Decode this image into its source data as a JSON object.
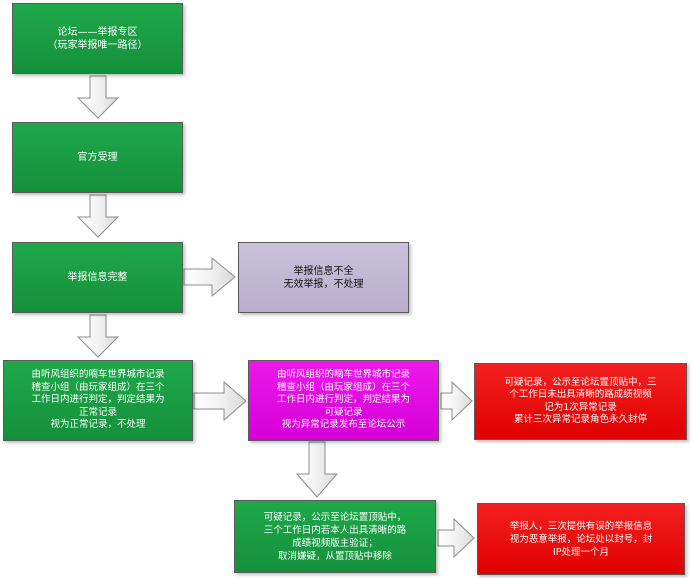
{
  "nodes": {
    "report_zone": "论坛——举报专区\n（玩家举报唯一路径）",
    "official_accept": "官方受理",
    "info_complete": "举报信息完整",
    "info_incomplete": "举报信息不全\n无效举报，不处理",
    "review_normal": "由听风组织的嘀车世界城市记录\n稽查小组（由玩家组成）在三个\n工作日内进行判定，判定结果为\n正常记录\n视为正常记录，不处理",
    "review_suspicious": "由听风组织的嘀车世界城市记录\n稽查小组（由玩家组成）在三个\n工作日内进行判定，判定结果为\n可疑记录\n视为异常记录发布至论坛公示",
    "suspicious_no_video": "可疑记录，公示至论坛置顶贴中，三\n个工作日未出具清晰的路成绩视频\n记为1次异常记录\n累计三次异常记录角色永久封停",
    "suspicious_with_video": "可疑记录，公示至论坛置顶贴中，\n三个工作日内若本人出具清晰的路\n成绩视频版主验证；\n取消嫌疑，从置顶贴中移除",
    "false_report": "举报人，三次提供有误的举报信息\n视为恶意举报，论坛处以封号，封\nIP处理一个月"
  },
  "colors": {
    "green": "#17a045",
    "grey": "#c2bad6",
    "magenta": "#e600e6",
    "red": "#ee0000"
  }
}
